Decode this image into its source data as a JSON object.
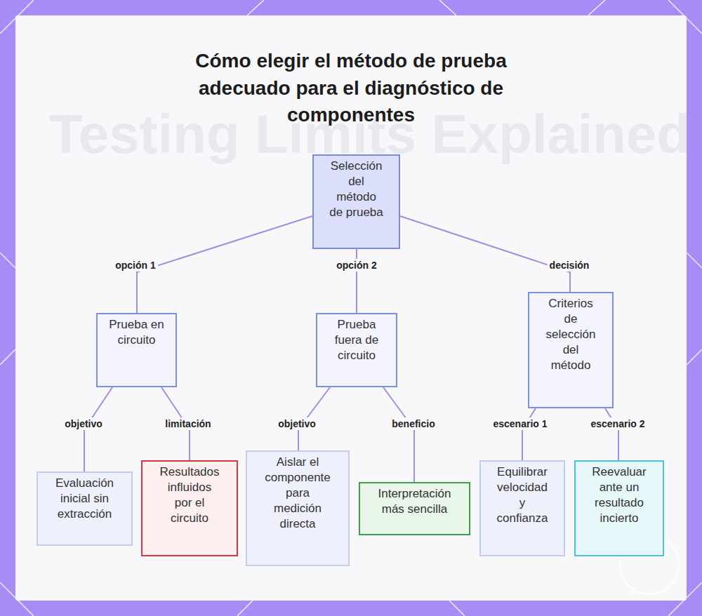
{
  "diagram": {
    "title": "Cómo elegir el método de prueba adecuado para el diagnóstico de componentes",
    "nodes": [
      {
        "text": [
          "Selección del método de prueba"
        ]
      },
      {
        "text": [
          "Prueba en circuito"
        ]
      },
      {
        "text": [
          "Prueba fuera de circuito"
        ]
      },
      {
        "text": [
          "Criterios de selección del método"
        ]
      },
      {
        "text": [
          "Evaluación inicial sin extracción"
        ]
      },
      {
        "text": [
          "Resultados influidos por el circuito"
        ]
      },
      {
        "text": [
          "Aislar el componente para medición directa"
        ]
      },
      {
        "text": [
          "Interpretación más sencilla"
        ]
      },
      {
        "text": [
          "Equilibrar velocidad y confianza"
        ]
      },
      {
        "text": [
          "Reevaluar ante un resultado incierto"
        ]
      }
    ],
    "edges": [
      {
        "from": 0,
        "to": 1,
        "label": "opción 1",
        "arrow": "none"
      },
      {
        "from": 0,
        "to": 2,
        "label": "opción 2",
        "arrow": "none"
      },
      {
        "from": 0,
        "to": 3,
        "label": "decisión",
        "arrow": "none"
      },
      {
        "from": 1,
        "to": 4,
        "label": "objetivo",
        "arrow": "none"
      },
      {
        "from": 1,
        "to": 5,
        "label": "limitación",
        "arrow": "none"
      },
      {
        "from": 2,
        "to": 6,
        "label": "objetivo",
        "arrow": "none"
      },
      {
        "from": 2,
        "to": 7,
        "label": "beneficio",
        "arrow": "none"
      },
      {
        "from": 3,
        "to": 8,
        "label": "escenario 1",
        "arrow": "none"
      },
      {
        "from": 3,
        "to": 9,
        "label": "escenario 2",
        "arrow": "none"
      }
    ],
    "labels": [
      "Testing Limits Explained"
    ]
  }
}
